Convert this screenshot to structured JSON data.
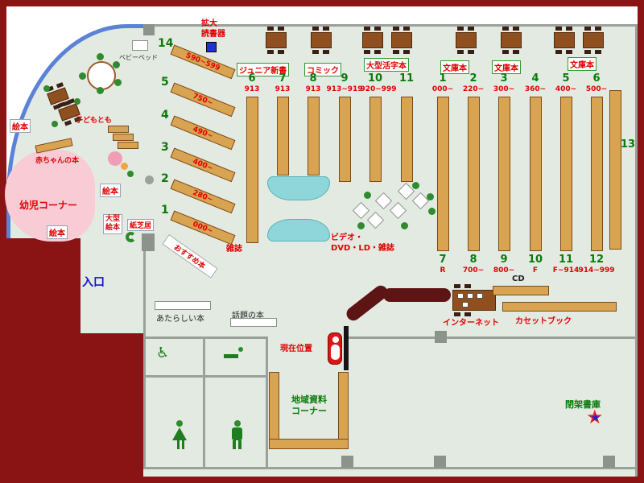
{
  "colors": {
    "frame": "#8a1414",
    "floor": "#e3eae2",
    "shelf": "#d9a452",
    "wall": "#9aa09a",
    "accent_red": "#e00000",
    "accent_green": "#0a7a0a",
    "accent_blue": "#1414cc",
    "cyan": "#8fd6da",
    "pink": "#f8cbd5",
    "counter": "#5c1414"
  },
  "labels": {
    "magnifier": "拡大\n読書器",
    "junior_shinsho": "ジュニア新書",
    "comic": "コミック",
    "large_print": "大型活字本",
    "bunko": "文庫本",
    "magazines": "雑誌",
    "video": "ビデオ・\nDVD・LD・雑誌",
    "recommended": "おすすめ本",
    "baby_bed": "ベビーベッド",
    "kodomo_no_tomo": "子どもとも",
    "baby_books": "赤ちゃんの本",
    "picture_books": "絵本",
    "toddler_corner": "幼児コーナー",
    "large_picture_books": "大型\n絵本",
    "kamishibai": "紙芝居",
    "entrance": "入口",
    "new_books": "あたらしい本",
    "topic_books": "話題の本",
    "current_location": "現在位置",
    "local_materials": "地域資料\nコーナー",
    "cd": "CD",
    "internet": "インターネット",
    "cassette": "カセットブック",
    "closed_stacks": "閉架書庫",
    "shelf13": "13"
  },
  "left_shelves": [
    {
      "num": "14",
      "range": "590~599"
    },
    {
      "num": "5",
      "range": "750~"
    },
    {
      "num": "4",
      "range": "490~"
    },
    {
      "num": "3",
      "range": "400~"
    },
    {
      "num": "2",
      "range": "280~"
    },
    {
      "num": "1",
      "range": "000~"
    }
  ],
  "group_a": [
    {
      "num": "6",
      "range": "913"
    },
    {
      "num": "7",
      "range": "913"
    },
    {
      "num": "8",
      "range": "913"
    },
    {
      "num": "9",
      "range": "913~919"
    },
    {
      "num": "10",
      "range": "920~999"
    },
    {
      "num": "11",
      "range": ""
    }
  ],
  "group_b_top": [
    {
      "num": "1",
      "range": "000~"
    },
    {
      "num": "2",
      "range": "220~"
    },
    {
      "num": "3",
      "range": "300~"
    },
    {
      "num": "4",
      "range": "360~"
    },
    {
      "num": "5",
      "range": "400~"
    },
    {
      "num": "6",
      "range": "500~"
    }
  ],
  "group_b_bottom": [
    {
      "num": "7",
      "range": "R"
    },
    {
      "num": "8",
      "range": "700~"
    },
    {
      "num": "9",
      "range": "800~"
    },
    {
      "num": "10",
      "range": "F"
    },
    {
      "num": "11",
      "range": "F~914"
    },
    {
      "num": "12",
      "range": "914~999"
    }
  ]
}
